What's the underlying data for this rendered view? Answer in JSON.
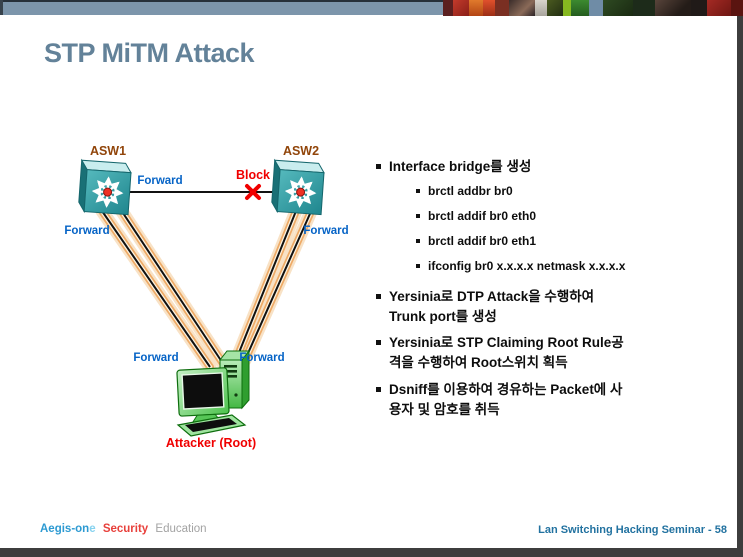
{
  "slide": {
    "title": "STP MiTM Attack",
    "footer_left": {
      "brand_blue": "Aegis-on",
      "brand_light": "e",
      "security": "Security",
      "education": "Education"
    },
    "footer_right": "Lan Switching Hacking Seminar - 58"
  },
  "diagram": {
    "switch1_label": "ASW1",
    "switch2_label": "ASW2",
    "top_link_forward": "Forward",
    "top_link_block": "Block",
    "left_upper_forward": "Forward",
    "right_upper_forward": "Forward",
    "left_lower_forward": "Forward",
    "right_lower_forward": "Forward",
    "attacker_label": "Attacker (Root)"
  },
  "bullets": [
    {
      "level": 1,
      "text": "Interface bridge를 생성"
    },
    {
      "level": 2,
      "text": "brctl addbr br0"
    },
    {
      "level": 2,
      "text": "brctl addif br0 eth0"
    },
    {
      "level": 2,
      "text": "brctl addif br0 eth1"
    },
    {
      "level": 2,
      "text": "ifconfig br0 x.x.x.x netmask x.x.x.x"
    },
    {
      "level": 1,
      "text": "Yersinia로 DTP Attack을 수행하여\nTrunk port를 생성"
    },
    {
      "level": 1,
      "text": "Yersinia로 STP Claiming Root Rule공\n격을 수행하여 Root스위치 획득"
    },
    {
      "level": 1,
      "text": "Dsniff를 이용하여 경유하는 Packet에 사\n용자 및 암호를 취득"
    }
  ],
  "colors": {
    "topbar": "#7c95ab",
    "title": "#638299",
    "forward_label": "#0563c6",
    "block_label": "#f00000",
    "switch_label": "#91450a",
    "switch_teal": "#2f9da2",
    "trunk_glow": "#eeaa66",
    "pc_green": "#4cc24c",
    "footer_brand_blue": "#2d9ad2",
    "footer_security_red": "#e8413c",
    "footer_right_teal": "#2272a0"
  }
}
